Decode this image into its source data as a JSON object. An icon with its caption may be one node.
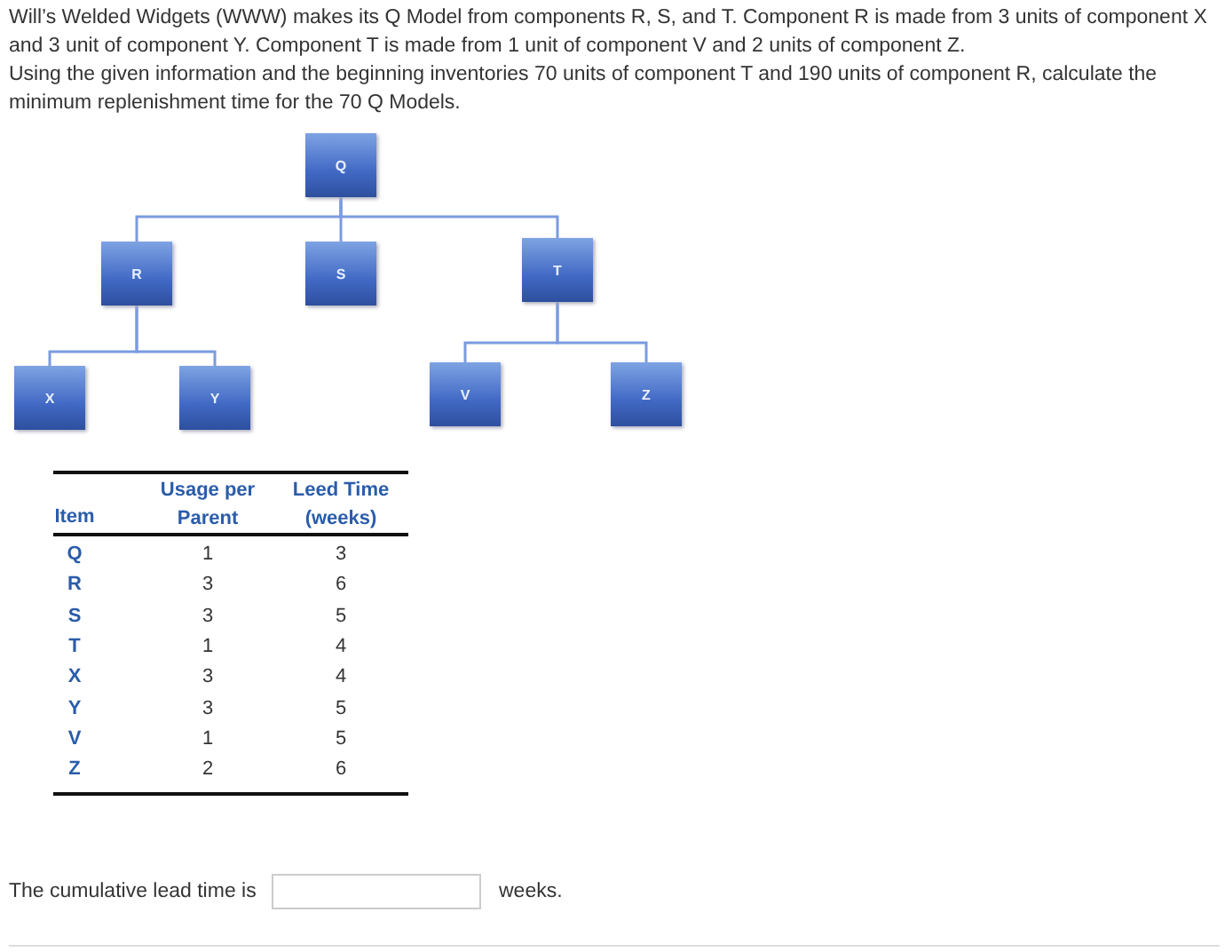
{
  "diagram": {
    "nodes": [
      {
        "text": [
          "Q"
        ]
      },
      {
        "text": [
          "R"
        ]
      },
      {
        "text": [
          "S"
        ]
      },
      {
        "text": [
          "T"
        ]
      },
      {
        "text": [
          "X"
        ]
      },
      {
        "text": [
          "Y"
        ]
      },
      {
        "text": [
          "V"
        ]
      },
      {
        "text": [
          "Z"
        ]
      }
    ],
    "edges": [
      {
        "from": 0,
        "to": 1,
        "arrow": "none"
      },
      {
        "from": 0,
        "to": 2,
        "arrow": "none"
      },
      {
        "from": 0,
        "to": 3,
        "arrow": "none"
      },
      {
        "from": 1,
        "to": 4,
        "arrow": "none"
      },
      {
        "from": 1,
        "to": 5,
        "arrow": "none"
      },
      {
        "from": 3,
        "to": 6,
        "arrow": "none"
      },
      {
        "from": 3,
        "to": 7,
        "arrow": "none"
      }
    ],
    "labels": [
      "Will’s Welded Widgets (WWW) makes its Q Model from components R, S, and T. Component R is made from 3 units of component X and 3 unit of component Y. Component T is made from 1 unit of component V and 2 units of component Z.",
      "Using the given information and the beginning inventories 70 units of component T and 190 units of component R, calculate the minimum replenishment time for the 70 Q Models.",
      "Item",
      "Usage per Parent",
      "Leed Time (weeks)",
      "Q",
      "1",
      "3",
      "R",
      "3",
      "6",
      "S",
      "3",
      "5",
      "T",
      "1",
      "4",
      "X",
      "3",
      "4",
      "Y",
      "3",
      "5",
      "V",
      "1",
      "5",
      "Z",
      "2",
      "6",
      "The cumulative lead time is",
      "weeks."
    ]
  }
}
